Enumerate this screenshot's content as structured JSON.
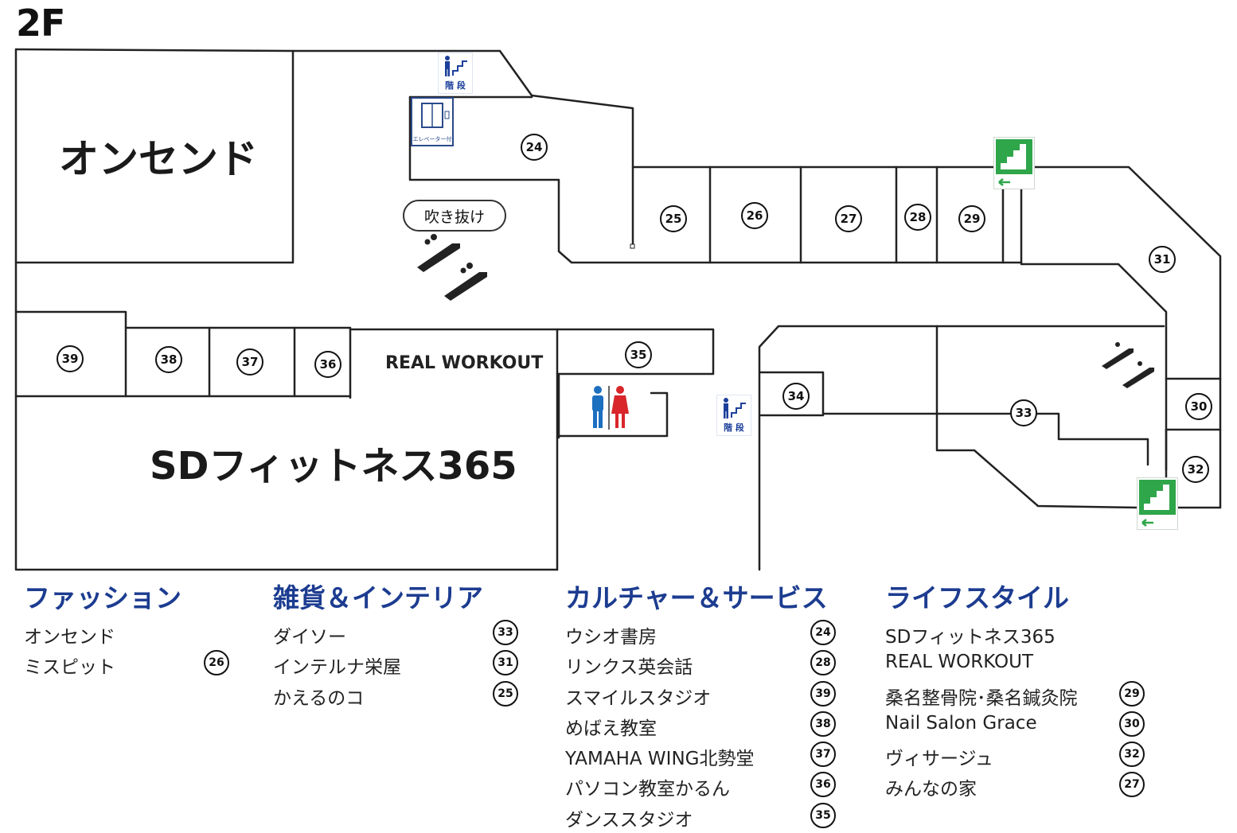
{
  "floor": {
    "label": "2F"
  },
  "stores": {
    "onsend": "オンセンド",
    "sd_fitness": "SDフィットネス365",
    "real_workout": "REAL WORKOUT"
  },
  "atrium": {
    "label": "吹き抜け"
  },
  "signs": {
    "stairs": "階 段",
    "elevator": "エレベーター付",
    "emergency_exit": "非常階段"
  },
  "shop_numbers": {
    "s24": "24",
    "s25": "25",
    "s26": "26",
    "s27": "27",
    "s28": "28",
    "s29": "29",
    "s30": "30",
    "s31": "31",
    "s32": "32",
    "s33": "33",
    "s34": "34",
    "s35": "35",
    "s36": "36",
    "s37": "37",
    "s38": "38",
    "s39": "39"
  },
  "legend": {
    "fashion": {
      "title": "ファッション",
      "items": [
        {
          "name": "オンセンド",
          "num": ""
        },
        {
          "name": "ミスピット",
          "num": "26"
        }
      ]
    },
    "goods": {
      "title": "雑貨＆インテリア",
      "items": [
        {
          "name": "ダイソー",
          "num": "33"
        },
        {
          "name": "インテルナ栄屋",
          "num": "31"
        },
        {
          "name": "かえるのコ",
          "num": "25"
        }
      ]
    },
    "culture": {
      "title": "カルチャー＆サービス",
      "items": [
        {
          "name": "ウシオ書房",
          "num": "24"
        },
        {
          "name": "リンクス英会話",
          "num": "28"
        },
        {
          "name": "スマイルスタジオ",
          "num": "39"
        },
        {
          "name": "めばえ教室",
          "num": "38"
        },
        {
          "name": "YAMAHA WING北勢堂",
          "num": "37"
        },
        {
          "name": "パソコン教室かるん",
          "num": "36"
        },
        {
          "name": "ダンススタジオ",
          "num": "35"
        }
      ]
    },
    "lifestyle": {
      "title": "ライフスタイル",
      "items": [
        {
          "name": "SDフィットネス365",
          "num": ""
        },
        {
          "name": "REAL WORKOUT",
          "num": ""
        },
        {
          "name": "桑名整骨院･桑名鍼灸院",
          "num": "29"
        },
        {
          "name": "Nail Salon Grace",
          "num": "30"
        },
        {
          "name": "ヴィサージュ",
          "num": "32"
        },
        {
          "name": "みんなの家",
          "num": "27"
        }
      ]
    }
  },
  "colors": {
    "legend_heading": "#1c3c90",
    "wall": "#222222",
    "stair_blue": "#1b3f9a",
    "exit_green": "#2fa64a",
    "toilet_male": "#1d6fc0",
    "toilet_female": "#d8262b"
  }
}
